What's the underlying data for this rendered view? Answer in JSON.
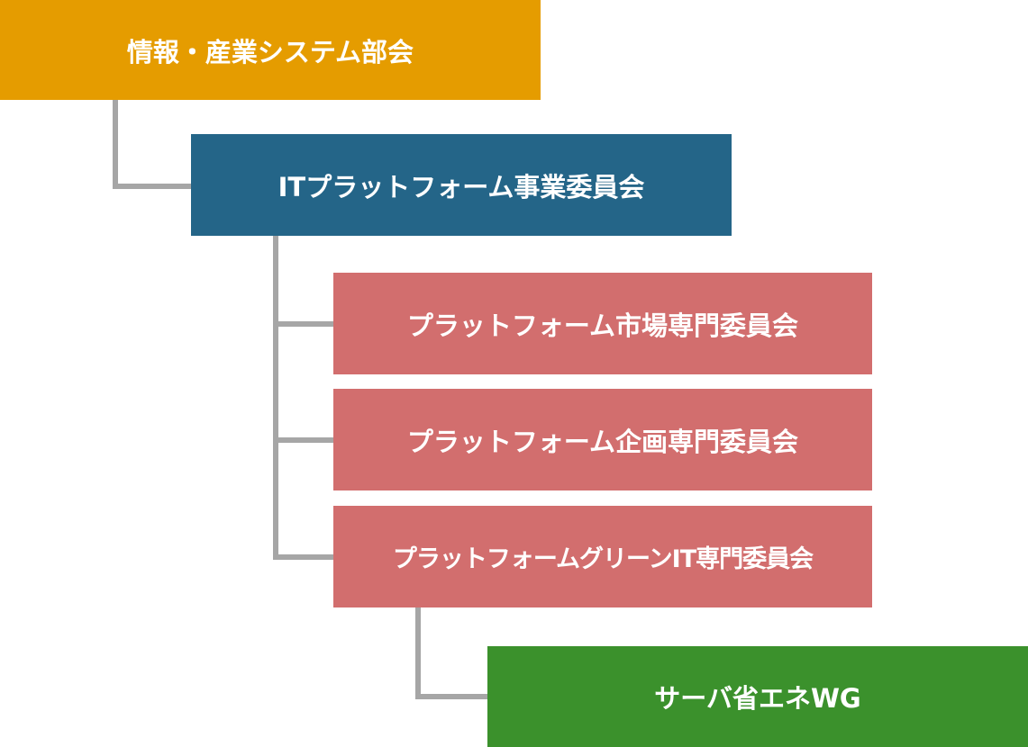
{
  "colors": {
    "root": "#e59c00",
    "level1": "#246588",
    "level2": "#d26e6e",
    "level3": "#3b912c",
    "connector": "#a6a6a6",
    "text": "#ffffff"
  },
  "nodes": {
    "root": "情報・産業システム部会",
    "level1": "ITプラットフォーム事業委員会",
    "level2": [
      "プラットフォーム市場専門委員会",
      "プラットフォーム企画専門委員会",
      "プラットフォームグリーンIT専門委員会"
    ],
    "level3": "サーバ省エネWG"
  }
}
